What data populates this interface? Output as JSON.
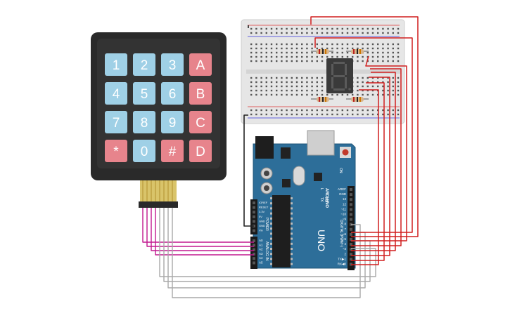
{
  "colors": {
    "keypad_body": "#2a2a2a",
    "key_blue": "#9fd0e6",
    "key_red": "#e7848c",
    "key_text": "#ffffff",
    "board": "#2d6e99",
    "board_edge": "#1f5478",
    "breadboard": "#e6e6e6",
    "wire_red": "#d11e1e",
    "wire_black": "#222222",
    "wire_magenta": "#c2188f",
    "wire_gray": "#a9a9a9",
    "seg_display": "#3a3a3a"
  },
  "keypad": {
    "keys": [
      {
        "label": "1",
        "color": "blue"
      },
      {
        "label": "2",
        "color": "blue"
      },
      {
        "label": "3",
        "color": "blue"
      },
      {
        "label": "A",
        "color": "red"
      },
      {
        "label": "4",
        "color": "blue"
      },
      {
        "label": "5",
        "color": "blue"
      },
      {
        "label": "6",
        "color": "blue"
      },
      {
        "label": "B",
        "color": "red"
      },
      {
        "label": "7",
        "color": "blue"
      },
      {
        "label": "8",
        "color": "blue"
      },
      {
        "label": "9",
        "color": "blue"
      },
      {
        "label": "C",
        "color": "red"
      },
      {
        "label": "*",
        "color": "red"
      },
      {
        "label": "0",
        "color": "blue"
      },
      {
        "label": "#",
        "color": "red"
      },
      {
        "label": "D",
        "color": "red"
      }
    ]
  },
  "arduino": {
    "brand": "ARDUINO",
    "model": "UNO",
    "digital_header": "DIGITAL (PWM~)",
    "power_header": "POWER",
    "analog_header": "ANALOG IN",
    "led_labels": [
      "L",
      "TX",
      "RX"
    ],
    "on_label": "ON",
    "power_pins": [
      "IOREF",
      "RESET",
      "3.3V",
      "5V",
      "GND",
      "GND",
      "Vin"
    ],
    "analog_pins": [
      "A0",
      "A1",
      "A2",
      "A3",
      "A4",
      "A5"
    ],
    "digital_pins": [
      "AREF",
      "GND",
      "13",
      "12",
      "~11",
      "~10",
      "~9",
      "8",
      "7",
      "~6",
      "~5",
      "4",
      "~3",
      "2",
      "TX▶1",
      "RX◀0"
    ]
  },
  "display": {
    "digit": "8"
  }
}
